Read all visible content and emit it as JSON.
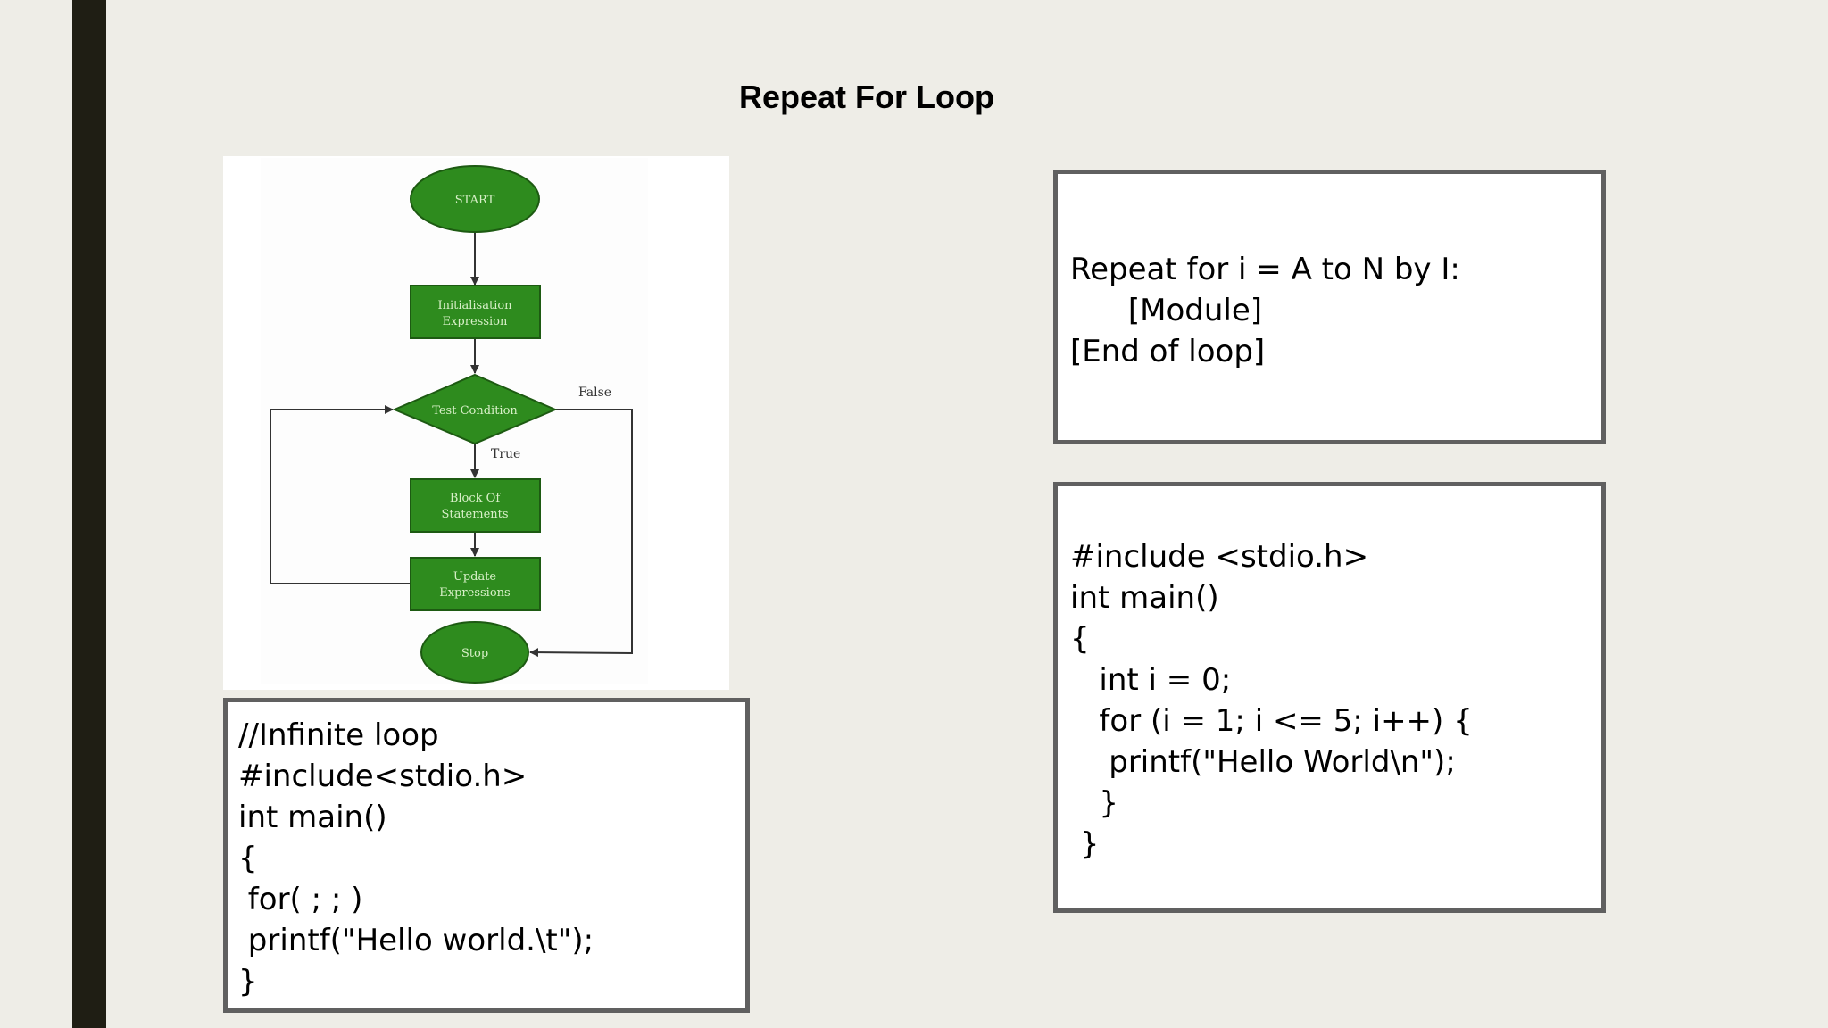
{
  "slide": {
    "title": "Repeat For Loop"
  },
  "flowchart": {
    "start": "START",
    "init_line1": "Initialisation",
    "init_line2": "Expression",
    "test": "Test Condition",
    "false_label": "False",
    "true_label": "True",
    "block_line1": "Block Of",
    "block_line2": "Statements",
    "update_line1": "Update",
    "update_line2": "Expressions",
    "stop": "Stop",
    "colors": {
      "fill": "#2e8b1e",
      "stroke": "#1d5a12",
      "arrow": "#333333"
    }
  },
  "pseudocode": {
    "lines": [
      "Repeat for i = A to N by I:",
      "      [Module]",
      "[End of loop]"
    ]
  },
  "for_example": {
    "lines": [
      "#include <stdio.h>",
      "int main()",
      "{",
      "   int i = 0;",
      "   for (i = 1; i <= 5; i++) {",
      "    printf(\"Hello World\\n\");",
      "   }",
      " }"
    ]
  },
  "infinite_example": {
    "lines": [
      "//Infinite loop",
      "#include<stdio.h>",
      "int main()",
      "{",
      " for( ; ; )",
      " printf(\"Hello world.\\t\");",
      "}"
    ]
  }
}
